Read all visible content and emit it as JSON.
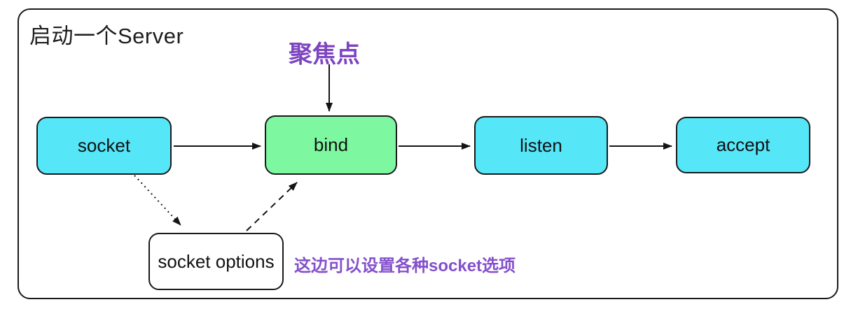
{
  "diagram": {
    "title": "启动一个Server",
    "focus_label": "聚焦点",
    "annotation": "这边可以设置各种socket选项",
    "nodes": [
      {
        "id": "socket",
        "label": "socket",
        "color": "#55e6f8"
      },
      {
        "id": "bind",
        "label": "bind",
        "color": "#7ef7a1"
      },
      {
        "id": "listen",
        "label": "listen",
        "color": "#55e6f8"
      },
      {
        "id": "accept",
        "label": "accept",
        "color": "#55e6f8"
      },
      {
        "id": "socket-options",
        "label": "socket options",
        "color": "#ffffff"
      }
    ],
    "edges": [
      {
        "from": "socket",
        "to": "bind",
        "style": "solid"
      },
      {
        "from": "bind",
        "to": "listen",
        "style": "solid"
      },
      {
        "from": "listen",
        "to": "accept",
        "style": "solid"
      },
      {
        "from": "focus-label",
        "to": "bind",
        "style": "solid"
      },
      {
        "from": "socket",
        "to": "socket-options",
        "style": "dotted"
      },
      {
        "from": "socket-options",
        "to": "bind",
        "style": "dashed"
      }
    ],
    "colors": {
      "node_cyan": "#55e6f8",
      "node_green": "#7ef7a1",
      "accent_purple": "#7d44c1",
      "stroke": "#1a1a1a"
    }
  }
}
